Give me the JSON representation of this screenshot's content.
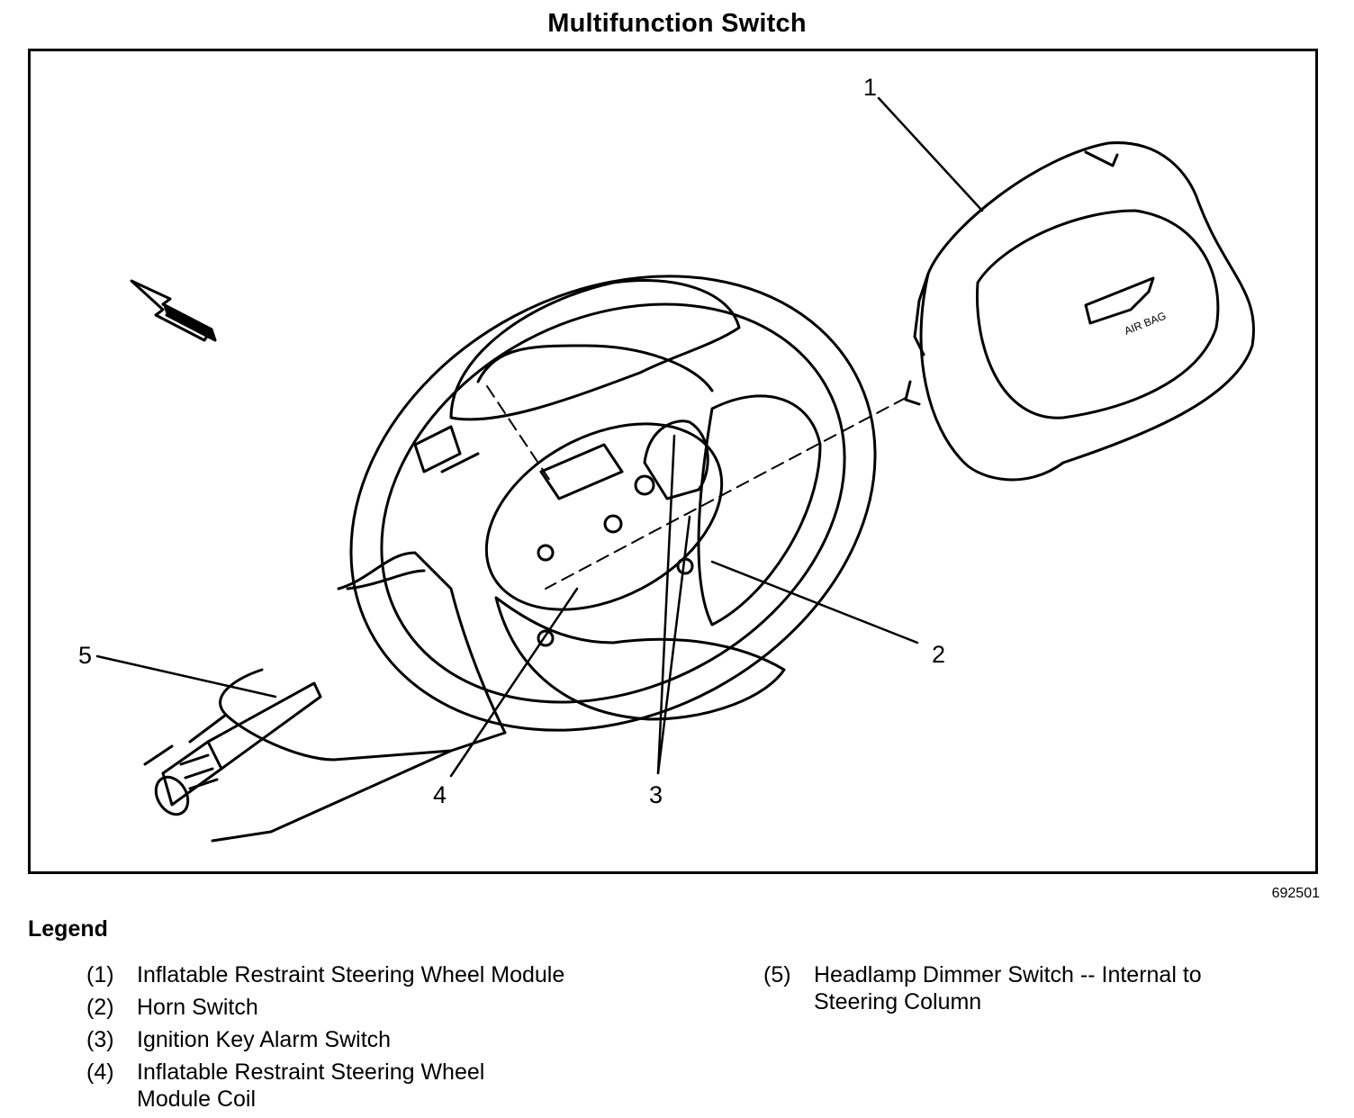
{
  "title": "Multifunction Switch",
  "figure_number": "692501",
  "callouts": [
    "1",
    "2",
    "3",
    "4",
    "5"
  ],
  "airbag_text": "AIR BAG",
  "legend": {
    "heading": "Legend",
    "items": [
      {
        "num": "(1)",
        "text": "Inflatable Restraint Steering Wheel Module"
      },
      {
        "num": "(2)",
        "text": "Horn Switch"
      },
      {
        "num": "(3)",
        "text": "Ignition Key Alarm Switch"
      },
      {
        "num": "(4)",
        "text": "Inflatable Restraint Steering Wheel Module Coil"
      },
      {
        "num": "(5)",
        "text": "Headlamp Dimmer Switch -- Internal to Steering Column"
      }
    ]
  }
}
